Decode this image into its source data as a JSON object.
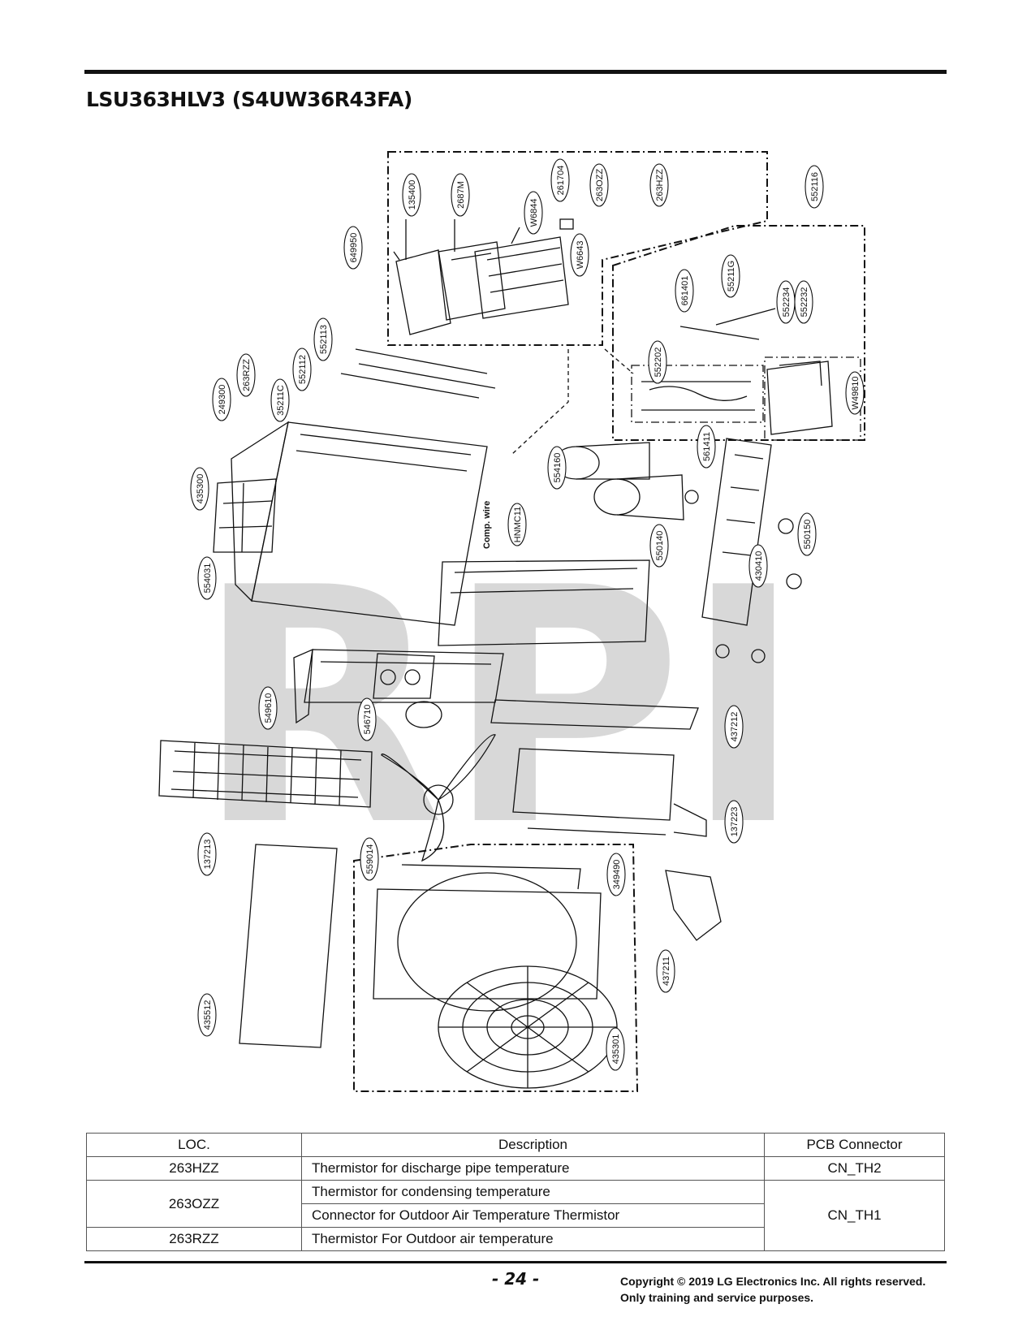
{
  "header": {
    "title": "LSU363HLV3 (S4UW36R43FA)"
  },
  "watermark": "RPI",
  "callouts": [
    "135400",
    "2687M",
    "W6844",
    "261704",
    "263OZZ",
    "263HZZ",
    "552116",
    "649950",
    "W6643",
    "661401",
    "55211G",
    "552234",
    "552232",
    "552113",
    "552112",
    "263RZZ",
    "35211C",
    "249300",
    "552202",
    "W49810",
    "561411",
    "435300",
    "554160",
    "HNMC11",
    "550140",
    "430410",
    "550150",
    "554031",
    "549610",
    "546710",
    "437212",
    "137223",
    "137213",
    "559014",
    "349490",
    "437211",
    "435512",
    "435301"
  ],
  "wire_label": "Comp. wire",
  "table": {
    "headers": [
      "LOC.",
      "Description",
      "PCB Connector"
    ],
    "rows": [
      {
        "loc": "263HZZ",
        "descriptions": [
          "Thermistor for discharge pipe temperature"
        ],
        "pcb": "CN_TH2"
      },
      {
        "loc": "263OZZ",
        "descriptions": [
          "Thermistor for condensing temperature",
          "Connector for Outdoor Air Temperature Thermistor"
        ],
        "pcb": "CN_TH1"
      },
      {
        "loc": "263RZZ",
        "descriptions": [
          "Thermistor For Outdoor air temperature"
        ],
        "pcb": "CN_TH1"
      }
    ]
  },
  "footer": {
    "page_number": "- 24 -",
    "copyright_line1": "Copyright © 2019 LG Electronics Inc. All rights reserved.",
    "copyright_line2": "Only training and service purposes."
  }
}
